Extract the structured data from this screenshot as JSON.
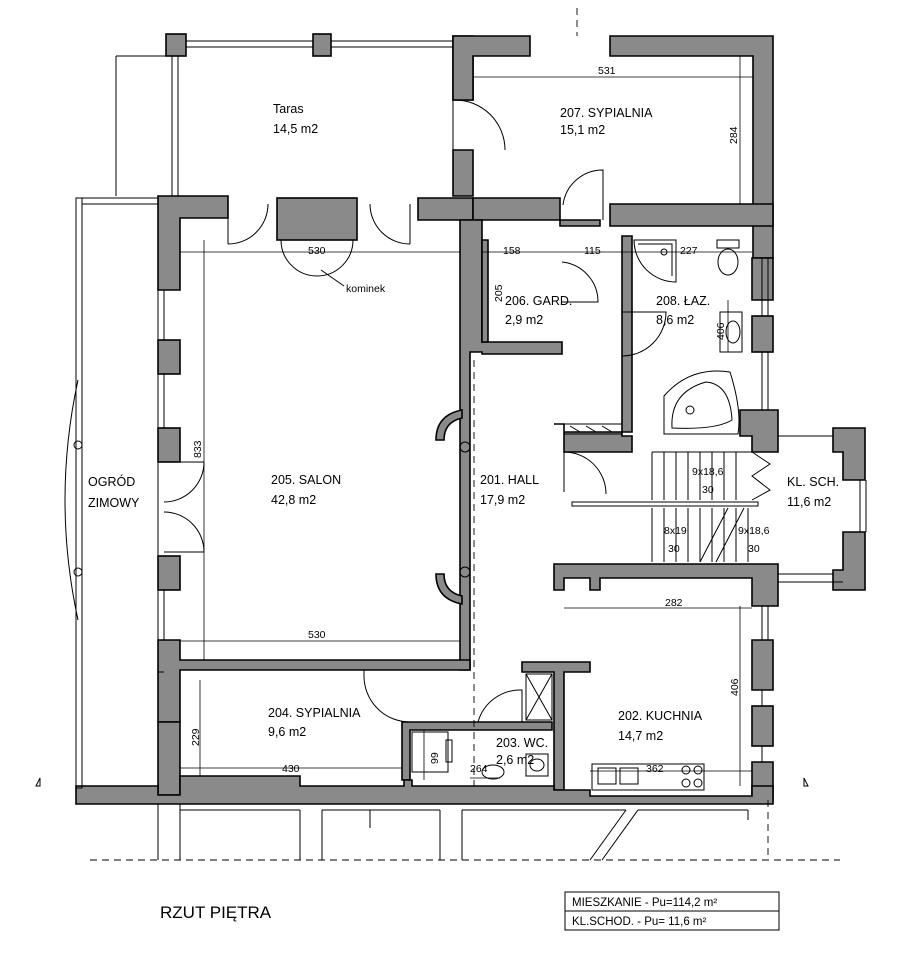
{
  "title": "RZUT PIĘTRA",
  "rooms": {
    "taras": {
      "name": "Taras",
      "area": "14,5 m2"
    },
    "r207": {
      "name": "207. SYPIALNIA",
      "area": "15,1 m2"
    },
    "r206": {
      "name": "206. GARD.",
      "area": "2,9 m2"
    },
    "r208": {
      "name": "208. ŁAZ.",
      "area": "8,6 m2"
    },
    "r205": {
      "name": "205. SALON",
      "area": "42,8  m2"
    },
    "r201": {
      "name": "201. HALL",
      "area": "17,9 m2"
    },
    "ogrod": {
      "line1": "OGRÓD",
      "line2": "ZIMOWY"
    },
    "klsch": {
      "name": "KL. SCH.",
      "area": "11,6 m2"
    },
    "r204": {
      "name": "204. SYPIALNIA",
      "area": "9,6 m2"
    },
    "r203": {
      "name": "203. WC.",
      "area": "2,6  m2"
    },
    "r202": {
      "name": "202. KUCHNIA",
      "area": "14,7  m2"
    }
  },
  "kominek": "kominek",
  "dimensions": {
    "d531": "531",
    "d284": "284",
    "d530_top": "530",
    "d158": "158",
    "d115": "115",
    "d227": "227",
    "d205": "205",
    "d406_baz": "406",
    "d833": "833",
    "d530_bottom": "530",
    "d229": "229",
    "d430": "430",
    "d99": "99",
    "d264": "264",
    "d362": "362",
    "d282": "282",
    "d406_kitchen": "406"
  },
  "stairs": {
    "s1_top": "9x18,6",
    "s1_bot": "30",
    "s2_top": "8x19",
    "s2_bot": "30",
    "s3_top": "9x18,6",
    "s3_bot": "30"
  },
  "legend": {
    "row1": "MIESZKANIE - Pu=114,2 m²",
    "row2": "KL.SCHOD.   - Pu=  11,6 m²"
  }
}
